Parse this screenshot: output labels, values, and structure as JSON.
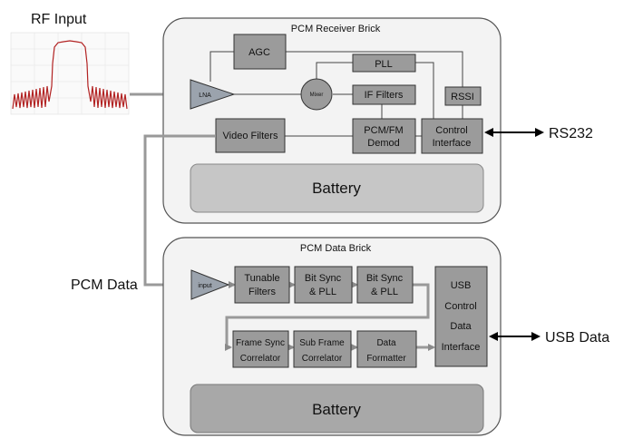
{
  "rf_input_label": "RF Input",
  "rs232_label": "RS232",
  "pcm_data_label": "PCM Data",
  "usb_data_label": "USB Data",
  "receiver": {
    "title": "PCM Receiver Brick",
    "lna": "LNA",
    "mixer": "Mixer",
    "agc": "AGC",
    "pll": "PLL",
    "if_filters": "IF Filters",
    "rssi": "RSSI",
    "video_filters": "Video Filters",
    "demod_line1": "PCM/FM",
    "demod_line2": "Demod",
    "control_line1": "Control",
    "control_line2": "Interface",
    "battery": "Battery"
  },
  "data_brick": {
    "title": "PCM Data Brick",
    "input": "input",
    "tunable_line1": "Tunable",
    "tunable_line2": "Filters",
    "bitsync1_line1": "Bit Sync",
    "bitsync1_line2": "& PLL",
    "bitsync2_line1": "Bit Sync",
    "bitsync2_line2": "& PLL",
    "usb_line1": "USB",
    "usb_line2": "Control",
    "usb_line3": "Data",
    "usb_line4": "Interface",
    "framesync_line1": "Frame Sync",
    "framesync_line2": "Correlator",
    "subframe_line1": "Sub Frame",
    "subframe_line2": "Correlator",
    "formatter_line1": "Data",
    "formatter_line2": "Formatter",
    "battery": "Battery"
  }
}
